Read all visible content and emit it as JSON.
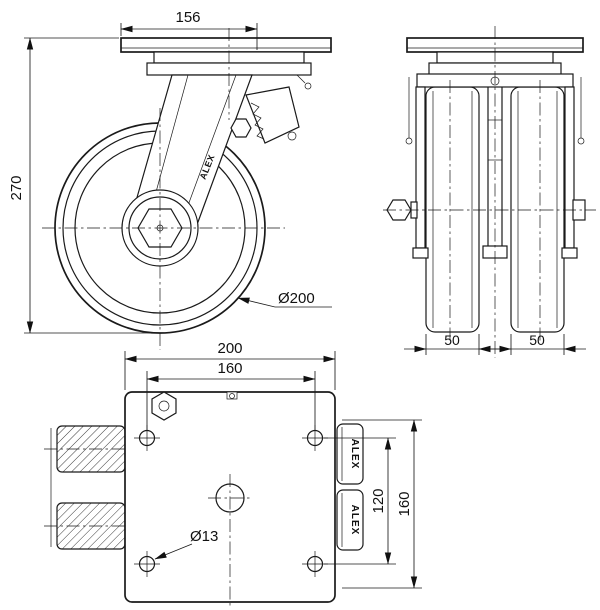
{
  "views": {
    "side": {
      "dims": {
        "top_width": "156",
        "overall_height": "270",
        "wheel_diameter": "Ø200"
      },
      "brand": "ALEX"
    },
    "front": {
      "dims": {
        "wheel_width_left": "50",
        "wheel_width_right": "50"
      }
    },
    "top": {
      "dims": {
        "plate_width": "200",
        "bolt_spacing_horizontal": "160",
        "hole_diameter": "Ø13",
        "bolt_spacing_vertical": "120",
        "plate_depth": "160"
      },
      "brand_upper": "ALEX",
      "brand_lower": "ALEX"
    }
  },
  "colors": {
    "line": "#1a1a1a",
    "background": "#ffffff"
  }
}
